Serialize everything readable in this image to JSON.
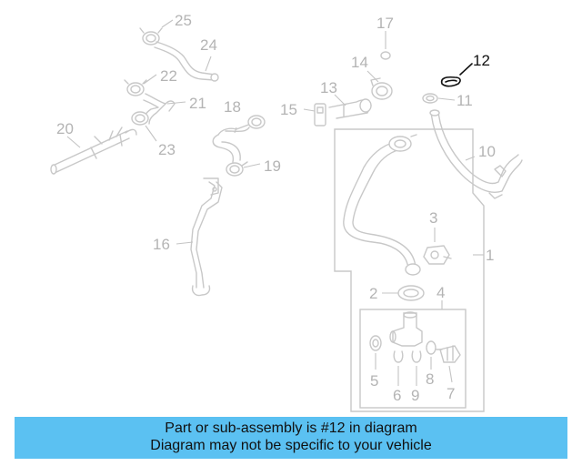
{
  "callouts": {
    "c1": "1",
    "c2": "2",
    "c3": "3",
    "c4": "4",
    "c5": "5",
    "c6": "6",
    "c7": "7",
    "c8": "8",
    "c9": "9",
    "c10": "10",
    "c11": "11",
    "c12": "12",
    "c13": "13",
    "c14": "14",
    "c15": "15",
    "c16": "16",
    "c17": "17",
    "c18": "18",
    "c19": "19",
    "c20": "20",
    "c21": "21",
    "c22": "22",
    "c23": "23",
    "c24": "24",
    "c25": "25"
  },
  "highlighted_part": "12",
  "colors": {
    "banner": "#5bc1f2",
    "highlight": "#111111",
    "faded": "#c8c8c8"
  },
  "banner": {
    "line1": "Part or sub-assembly is #12 in diagram",
    "line2": "Diagram may not be specific to your vehicle"
  }
}
